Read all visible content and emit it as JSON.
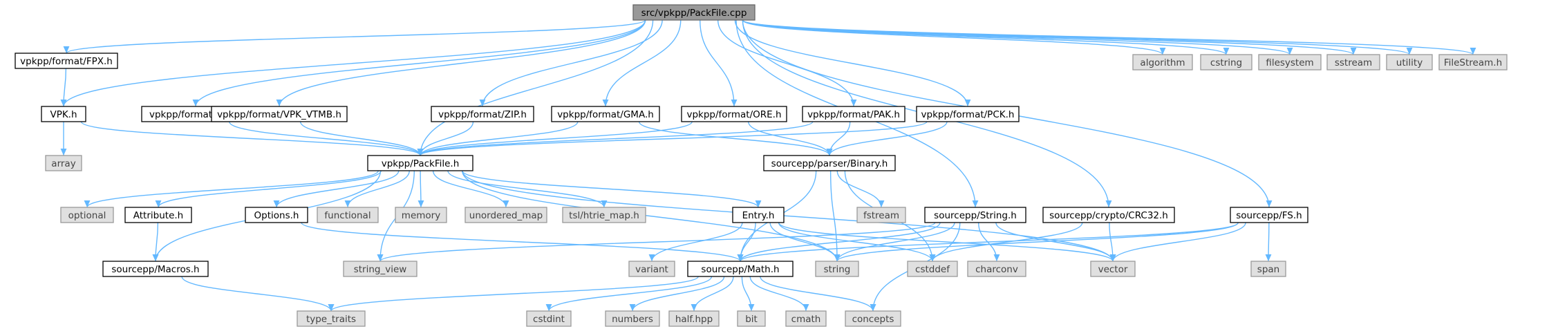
{
  "colors": {
    "edge": "#63b8ff",
    "root_fill": "#999999",
    "internal_fill": "#ffffff",
    "system_fill": "#e0e0e0",
    "system_stroke": "#999999"
  },
  "nodes": [
    {
      "id": "root",
      "label": "src/vpkpp/PackFile.cpp",
      "kind": "root"
    },
    {
      "id": "fpx",
      "label": "vpkpp/format/FPX.h",
      "kind": "internal"
    },
    {
      "id": "vpk",
      "label": "VPK.h",
      "kind": "internal"
    },
    {
      "id": "array",
      "label": "array",
      "kind": "system"
    },
    {
      "id": "gcf",
      "label": "vpkpp/format/GCF.h",
      "kind": "internal"
    },
    {
      "id": "vtmb",
      "label": "vpkpp/format/VPK_VTMB.h",
      "kind": "internal"
    },
    {
      "id": "zip",
      "label": "vpkpp/format/ZIP.h",
      "kind": "internal"
    },
    {
      "id": "gma",
      "label": "vpkpp/format/GMA.h",
      "kind": "internal"
    },
    {
      "id": "ore",
      "label": "vpkpp/format/ORE.h",
      "kind": "internal"
    },
    {
      "id": "pak",
      "label": "vpkpp/format/PAK.h",
      "kind": "internal"
    },
    {
      "id": "pck",
      "label": "vpkpp/format/PCK.h",
      "kind": "internal"
    },
    {
      "id": "packfile",
      "label": "vpkpp/PackFile.h",
      "kind": "internal"
    },
    {
      "id": "binary",
      "label": "sourcepp/parser/Binary.h",
      "kind": "internal"
    },
    {
      "id": "algorithm",
      "label": "algorithm",
      "kind": "system"
    },
    {
      "id": "cstring",
      "label": "cstring",
      "kind": "system"
    },
    {
      "id": "filesystem",
      "label": "filesystem",
      "kind": "system"
    },
    {
      "id": "sstream",
      "label": "sstream",
      "kind": "system"
    },
    {
      "id": "utility",
      "label": "utility",
      "kind": "system"
    },
    {
      "id": "filestream",
      "label": "FileStream.h",
      "kind": "system"
    },
    {
      "id": "optional",
      "label": "optional",
      "kind": "system"
    },
    {
      "id": "attribute",
      "label": "Attribute.h",
      "kind": "internal"
    },
    {
      "id": "options",
      "label": "Options.h",
      "kind": "internal"
    },
    {
      "id": "functional",
      "label": "functional",
      "kind": "system"
    },
    {
      "id": "memory",
      "label": "memory",
      "kind": "system"
    },
    {
      "id": "unordered_map",
      "label": "unordered_map",
      "kind": "system"
    },
    {
      "id": "htrie",
      "label": "tsl/htrie_map.h",
      "kind": "system"
    },
    {
      "id": "entry",
      "label": "Entry.h",
      "kind": "internal"
    },
    {
      "id": "fstream",
      "label": "fstream",
      "kind": "system"
    },
    {
      "id": "stringh",
      "label": "sourcepp/String.h",
      "kind": "internal"
    },
    {
      "id": "crc32",
      "label": "sourcepp/crypto/CRC32.h",
      "kind": "internal"
    },
    {
      "id": "fsh",
      "label": "sourcepp/FS.h",
      "kind": "internal"
    },
    {
      "id": "macros",
      "label": "sourcepp/Macros.h",
      "kind": "internal"
    },
    {
      "id": "string_view",
      "label": "string_view",
      "kind": "system"
    },
    {
      "id": "variant",
      "label": "variant",
      "kind": "system"
    },
    {
      "id": "math",
      "label": "sourcepp/Math.h",
      "kind": "internal"
    },
    {
      "id": "string",
      "label": "string",
      "kind": "system"
    },
    {
      "id": "cstddef",
      "label": "cstddef",
      "kind": "system"
    },
    {
      "id": "charconv",
      "label": "charconv",
      "kind": "system"
    },
    {
      "id": "vector",
      "label": "vector",
      "kind": "system"
    },
    {
      "id": "span",
      "label": "span",
      "kind": "system"
    },
    {
      "id": "type_traits",
      "label": "type_traits",
      "kind": "system"
    },
    {
      "id": "cstdint",
      "label": "cstdint",
      "kind": "system"
    },
    {
      "id": "numbers",
      "label": "numbers",
      "kind": "system"
    },
    {
      "id": "half",
      "label": "half.hpp",
      "kind": "system"
    },
    {
      "id": "bit",
      "label": "bit",
      "kind": "system"
    },
    {
      "id": "cmath",
      "label": "cmath",
      "kind": "system"
    },
    {
      "id": "concepts",
      "label": "concepts",
      "kind": "system"
    }
  ],
  "edges": [
    [
      "root",
      "fpx"
    ],
    [
      "root",
      "vpk"
    ],
    [
      "root",
      "packfile"
    ],
    [
      "root",
      "gcf"
    ],
    [
      "root",
      "vtmb"
    ],
    [
      "root",
      "zip"
    ],
    [
      "root",
      "gma"
    ],
    [
      "root",
      "ore"
    ],
    [
      "root",
      "pak"
    ],
    [
      "root",
      "pck"
    ],
    [
      "root",
      "algorithm"
    ],
    [
      "root",
      "cstring"
    ],
    [
      "root",
      "filesystem"
    ],
    [
      "root",
      "sstream"
    ],
    [
      "root",
      "utility"
    ],
    [
      "root",
      "filestream"
    ],
    [
      "root",
      "stringh"
    ],
    [
      "root",
      "crc32"
    ],
    [
      "root",
      "fsh"
    ],
    [
      "fpx",
      "vpk"
    ],
    [
      "vpk",
      "packfile"
    ],
    [
      "vpk",
      "array"
    ],
    [
      "gcf",
      "packfile"
    ],
    [
      "vtmb",
      "packfile"
    ],
    [
      "zip",
      "packfile"
    ],
    [
      "gma",
      "packfile"
    ],
    [
      "gma",
      "binary"
    ],
    [
      "ore",
      "packfile"
    ],
    [
      "ore",
      "binary"
    ],
    [
      "pak",
      "packfile"
    ],
    [
      "pak",
      "binary"
    ],
    [
      "pck",
      "packfile"
    ],
    [
      "pck",
      "binary"
    ],
    [
      "packfile",
      "optional"
    ],
    [
      "packfile",
      "attribute"
    ],
    [
      "packfile",
      "options"
    ],
    [
      "packfile",
      "functional"
    ],
    [
      "packfile",
      "memory"
    ],
    [
      "packfile",
      "unordered_map"
    ],
    [
      "packfile",
      "htrie"
    ],
    [
      "packfile",
      "entry"
    ],
    [
      "packfile",
      "macros"
    ],
    [
      "packfile",
      "string_view"
    ],
    [
      "packfile",
      "string"
    ],
    [
      "packfile",
      "vector"
    ],
    [
      "binary",
      "fstream"
    ],
    [
      "binary",
      "math"
    ],
    [
      "binary",
      "string"
    ],
    [
      "binary",
      "cstddef"
    ],
    [
      "attribute",
      "macros"
    ],
    [
      "options",
      "math"
    ],
    [
      "entry",
      "variant"
    ],
    [
      "entry",
      "math"
    ],
    [
      "entry",
      "string"
    ],
    [
      "entry",
      "cstddef"
    ],
    [
      "entry",
      "vector"
    ],
    [
      "stringh",
      "string_view"
    ],
    [
      "stringh",
      "math"
    ],
    [
      "stringh",
      "string"
    ],
    [
      "stringh",
      "charconv"
    ],
    [
      "stringh",
      "vector"
    ],
    [
      "stringh",
      "concepts"
    ],
    [
      "crc32",
      "cstddef"
    ],
    [
      "crc32",
      "vector"
    ],
    [
      "fsh",
      "string"
    ],
    [
      "fsh",
      "vector"
    ],
    [
      "fsh",
      "span"
    ],
    [
      "fsh",
      "math"
    ],
    [
      "macros",
      "type_traits"
    ],
    [
      "math",
      "type_traits"
    ],
    [
      "math",
      "cstdint"
    ],
    [
      "math",
      "numbers"
    ],
    [
      "math",
      "half"
    ],
    [
      "math",
      "bit"
    ],
    [
      "math",
      "cmath"
    ],
    [
      "math",
      "concepts"
    ]
  ]
}
